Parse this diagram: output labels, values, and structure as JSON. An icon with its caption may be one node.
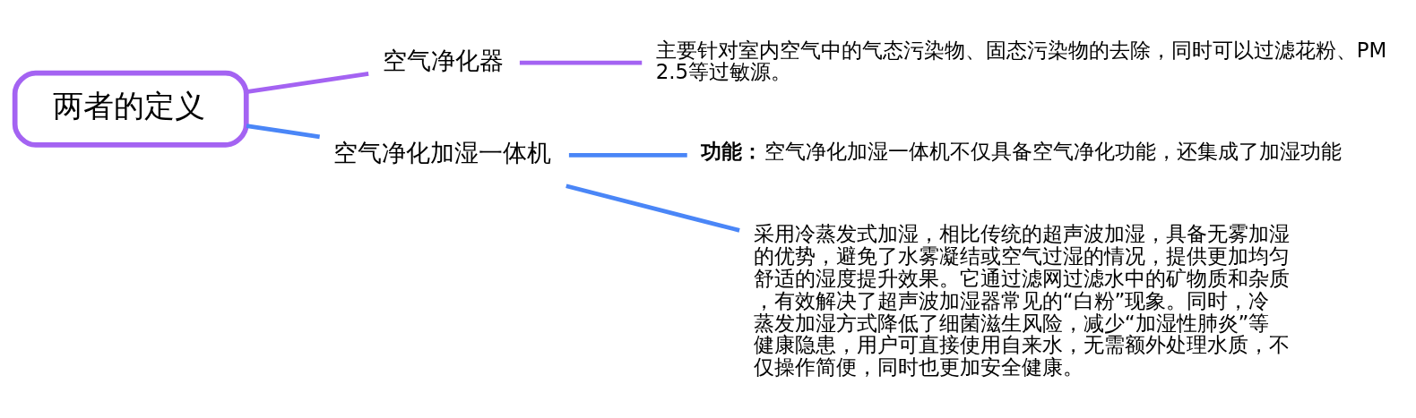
{
  "diagram": {
    "nodes": [
      {
        "text": [
          "两者的定义"
        ]
      },
      {
        "text": [
          "空气净化器"
        ]
      },
      {
        "text": [
          "主要针对室内空气中的气态污染物、固态污染物的去除，同时可以过滤花粉、PM2.5等过敏源。"
        ]
      },
      {
        "text": [
          "空气净化加湿一体机"
        ]
      },
      {
        "text": [
          "**功能：**空气净化加湿一体机不仅具备空气净化功能，还集成了加湿功能"
        ]
      },
      {
        "text": [
          "采用冷蒸发式加湿，相比传统的超声波加湿，具备无雾加湿的优势，避免了水雾凝结或空气过湿的情况，提供更加均匀舒适的湿度提升效果。它通过滤网过滤水中的矿物质和杂质，有效解决了超声波加湿器常见的“白粉”现象。同时，冷蒸发加湿方式降低了细菌滋生风险，减少“加湿性肺炎”等健康隐患，用户可直接使用自来水，无需额外处理水质，不仅操作简便，同时也更加安全健康。"
        ]
      }
    ],
    "edges": [
      {
        "from": 0,
        "to": 1,
        "arrow": "none",
        "color": "#a463f2"
      },
      {
        "from": 0,
        "to": 3,
        "arrow": "none"
      },
      {
        "from": 1,
        "to": 2,
        "arrow": "none",
        "color": "#a463f2"
      },
      {
        "from": 3,
        "to": 4,
        "arrow": "none"
      },
      {
        "from": 3,
        "to": 5,
        "arrow": "none"
      }
    ]
  }
}
